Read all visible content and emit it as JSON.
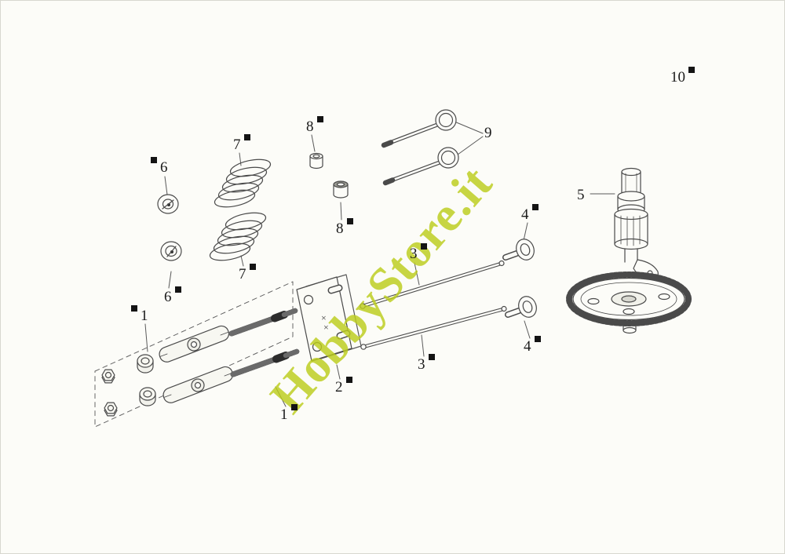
{
  "page": {
    "type": "exploded-parts-diagram",
    "watermark": "HobbyStore.it"
  },
  "colors": {
    "watermark": "#bccd1c",
    "line": "#4a4a4a",
    "background": "#fcfcf8"
  },
  "callouts": [
    {
      "label": "10"
    },
    {
      "label": "8"
    },
    {
      "label": "7"
    },
    {
      "label": "9"
    },
    {
      "label": "6"
    },
    {
      "label": "5"
    },
    {
      "label": "4"
    },
    {
      "label": "8"
    },
    {
      "label": "3"
    },
    {
      "label": "7"
    },
    {
      "label": "6"
    },
    {
      "label": "1"
    },
    {
      "label": "4"
    },
    {
      "label": "3"
    },
    {
      "label": "2"
    },
    {
      "label": "1"
    }
  ],
  "plate": {
    "marks": [
      "×",
      "×"
    ]
  }
}
